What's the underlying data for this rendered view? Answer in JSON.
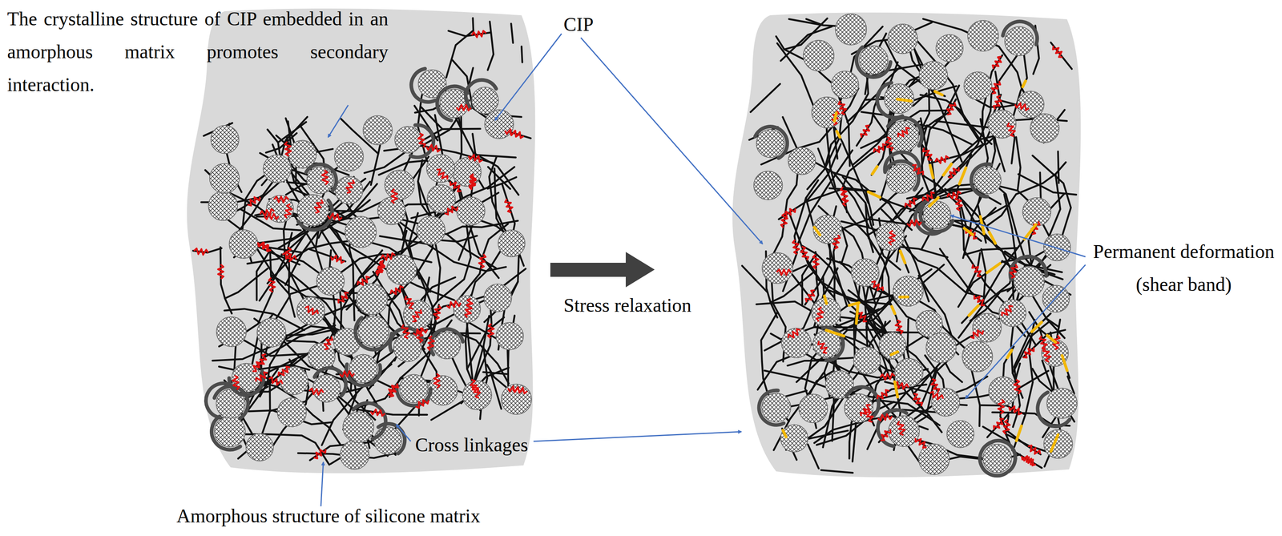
{
  "diagram": {
    "labels": [
      "The crystalline structure of CIP embedded in an amorphous matrix promotes secondary interaction.",
      "CIP",
      "Stress relaxation",
      "Permanent deformation (shear band)",
      "Cross linkages",
      "Amorphous structure of silicone matrix"
    ]
  }
}
